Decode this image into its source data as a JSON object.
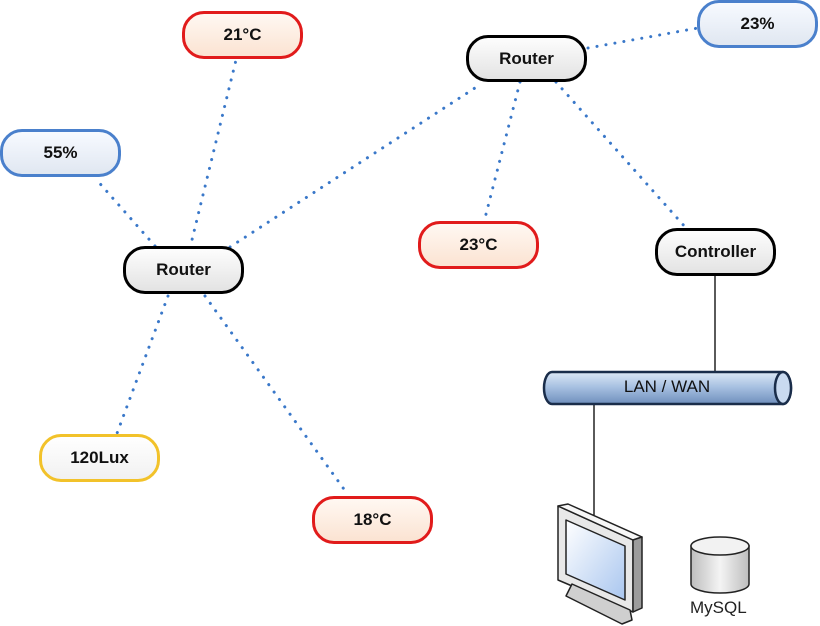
{
  "nodes": {
    "router_top": "Router",
    "router_left": "Router",
    "controller": "Controller",
    "temp_top": "21°C",
    "temp_mid": "23°C",
    "temp_bottom": "18°C",
    "humidity_left": "55%",
    "humidity_top": "23%",
    "light": "120Lux"
  },
  "network": {
    "bus_label": "LAN / WAN",
    "database_label": "MySQL"
  },
  "colors": {
    "temperature_border": "#e11b1b",
    "humidity_border": "#4a80cc",
    "light_border": "#f2c22a",
    "link_dots": "#3a78c9"
  }
}
